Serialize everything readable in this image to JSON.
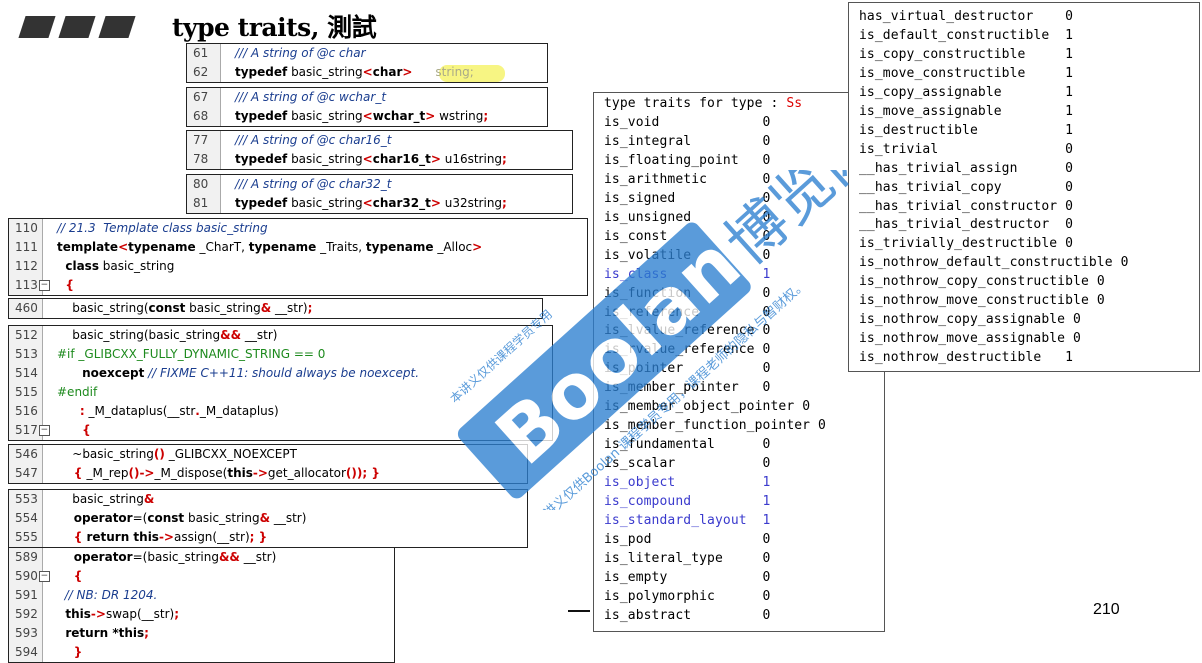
{
  "title": "type traits, 測試",
  "page_number": "210",
  "watermark": {
    "brand": "Boolan",
    "cn": "博览网",
    "note1": "本讲义仅供Boolan 课程学员专用，课程老师的隐私与智财权。",
    "note2": "本讲义仅供课程学员专用"
  },
  "colors": {
    "comment": "#1a3d8f",
    "highlight": "#f4f25a",
    "keyword_red": "#c00000",
    "watermark": "#2c7fd0",
    "trait_blue": "#3a3acd"
  },
  "code_boxes": [
    {
      "lines": [
        {
          "n": "61",
          "parts": [
            {
              "t": "/// A string of @c char",
              "c": "cmt"
            }
          ]
        },
        {
          "n": "62",
          "parts": [
            {
              "t": "typedef",
              "c": "kw"
            },
            {
              "t": " basic_string"
            },
            {
              "t": "<",
              "c": "red"
            },
            {
              "t": "char",
              "c": "kw"
            },
            {
              "t": ">",
              "c": "red"
            },
            {
              "t": "      string;",
              "c": "str"
            }
          ]
        }
      ]
    },
    {
      "lines": [
        {
          "n": "67",
          "parts": [
            {
              "t": "/// A string of @c wchar_t",
              "c": "cmt"
            }
          ]
        },
        {
          "n": "68",
          "parts": [
            {
              "t": "typedef",
              "c": "kw"
            },
            {
              "t": " basic_string"
            },
            {
              "t": "<",
              "c": "red"
            },
            {
              "t": "wchar_t",
              "c": "kw"
            },
            {
              "t": ">",
              "c": "red"
            },
            {
              "t": " wstring"
            },
            {
              "t": ";",
              "c": "red"
            }
          ]
        }
      ]
    },
    {
      "lines": [
        {
          "n": "77",
          "parts": [
            {
              "t": "/// A string of @c char16_t",
              "c": "cmt"
            }
          ]
        },
        {
          "n": "78",
          "parts": [
            {
              "t": "typedef",
              "c": "kw"
            },
            {
              "t": " basic_string"
            },
            {
              "t": "<",
              "c": "red"
            },
            {
              "t": "char16_t",
              "c": "kw"
            },
            {
              "t": ">",
              "c": "red"
            },
            {
              "t": " u16string"
            },
            {
              "t": ";",
              "c": "red"
            }
          ]
        }
      ]
    },
    {
      "lines": [
        {
          "n": "80",
          "parts": [
            {
              "t": "/// A string of @c char32_t",
              "c": "cmt"
            }
          ]
        },
        {
          "n": "81",
          "parts": [
            {
              "t": "typedef",
              "c": "kw"
            },
            {
              "t": " basic_string"
            },
            {
              "t": "<",
              "c": "red"
            },
            {
              "t": "char32_t",
              "c": "kw"
            },
            {
              "t": ">",
              "c": "red"
            },
            {
              "t": " u32string"
            },
            {
              "t": ";",
              "c": "red"
            }
          ]
        }
      ]
    },
    {
      "lines": [
        {
          "n": "110",
          "parts": [
            {
              "t": "// 21.3  Template class basic_string",
              "c": "cmt"
            }
          ]
        },
        {
          "n": "111",
          "parts": [
            {
              "t": "template",
              "c": "kw"
            },
            {
              "t": "<",
              "c": "red"
            },
            {
              "t": "typename",
              "c": "kw"
            },
            {
              "t": " _CharT, "
            },
            {
              "t": "typename",
              "c": "kw"
            },
            {
              "t": " _Traits, "
            },
            {
              "t": "typename",
              "c": "kw"
            },
            {
              "t": " _Alloc"
            },
            {
              "t": ">",
              "c": "red"
            }
          ]
        },
        {
          "n": "112",
          "parts": [
            {
              "t": "  class",
              "c": "kw"
            },
            {
              "t": " basic_string"
            }
          ]
        },
        {
          "n": "113",
          "fold": "−",
          "parts": [
            {
              "t": "  {",
              "c": "red"
            }
          ]
        }
      ]
    },
    {
      "lines": [
        {
          "n": "460",
          "parts": [
            {
              "t": "    basic_string("
            },
            {
              "t": "const",
              "c": "kw"
            },
            {
              "t": " basic_string"
            },
            {
              "t": "&",
              "c": "red"
            },
            {
              "t": " __str)"
            },
            {
              "t": ";",
              "c": "red"
            }
          ]
        }
      ]
    },
    {
      "lines": [
        {
          "n": "512",
          "parts": [
            {
              "t": "    basic_string(basic_string"
            },
            {
              "t": "&&",
              "c": "red"
            },
            {
              "t": " __str)"
            }
          ]
        },
        {
          "n": "513",
          "parts": [
            {
              "t": "#if _GLIBCXX_FULLY_DYNAMIC_STRING == 0",
              "c": "pp"
            }
          ]
        },
        {
          "n": "514",
          "parts": [
            {
              "t": "      noexcept",
              "c": "kw"
            },
            {
              "t": " // FIXME C++11: should always be noexcept.",
              "c": "cmt"
            }
          ]
        },
        {
          "n": "515",
          "parts": [
            {
              "t": "#endif",
              "c": "pp"
            }
          ]
        },
        {
          "n": "516",
          "parts": [
            {
              "t": "      "
            },
            {
              "t": ":",
              "c": "red"
            },
            {
              "t": " _M_dataplus(__str"
            },
            {
              "t": ".",
              "c": "red"
            },
            {
              "t": "_M_dataplus)"
            }
          ]
        },
        {
          "n": "517",
          "fold": "−",
          "parts": [
            {
              "t": "      {",
              "c": "red"
            }
          ]
        }
      ]
    },
    {
      "lines": [
        {
          "n": "546",
          "parts": [
            {
              "t": "    ~basic_string"
            },
            {
              "t": "()",
              "c": "red"
            },
            {
              "t": " _GLIBCXX_NOEXCEPT"
            }
          ]
        },
        {
          "n": "547",
          "parts": [
            {
              "t": "    { ",
              "c": "red"
            },
            {
              "t": "_M_rep"
            },
            {
              "t": "()->",
              "c": "red"
            },
            {
              "t": "_M_dispose("
            },
            {
              "t": "this",
              "c": "kw"
            },
            {
              "t": "->",
              "c": "red"
            },
            {
              "t": "get_allocator"
            },
            {
              "t": "());",
              "c": "red"
            },
            {
              "t": " }",
              "c": "red"
            }
          ]
        }
      ]
    },
    {
      "lines": [
        {
          "n": "553",
          "parts": [
            {
              "t": "    basic_string"
            },
            {
              "t": "&",
              "c": "red"
            }
          ]
        },
        {
          "n": "554",
          "parts": [
            {
              "t": "    operator",
              "c": "kw"
            },
            {
              "t": "=("
            },
            {
              "t": "const",
              "c": "kw"
            },
            {
              "t": " basic_string"
            },
            {
              "t": "&",
              "c": "red"
            },
            {
              "t": " __str)"
            }
          ]
        },
        {
          "n": "555",
          "parts": [
            {
              "t": "    { ",
              "c": "red"
            },
            {
              "t": "return",
              "c": "kw"
            },
            {
              "t": " this",
              "c": "kw"
            },
            {
              "t": "->",
              "c": "red"
            },
            {
              "t": "assign(__str)"
            },
            {
              "t": "; }",
              "c": "red"
            }
          ]
        }
      ]
    },
    {
      "lines": [
        {
          "n": "589",
          "parts": [
            {
              "t": "    operator",
              "c": "kw"
            },
            {
              "t": "=(basic_string"
            },
            {
              "t": "&&",
              "c": "red"
            },
            {
              "t": " __str)"
            }
          ]
        },
        {
          "n": "590",
          "fold": "−",
          "parts": [
            {
              "t": "    {",
              "c": "red"
            }
          ]
        },
        {
          "n": "591",
          "parts": [
            {
              "t": "  // NB: DR 1204.",
              "c": "cmt"
            }
          ]
        },
        {
          "n": "592",
          "parts": [
            {
              "t": "  this",
              "c": "kw"
            },
            {
              "t": "->",
              "c": "red"
            },
            {
              "t": "swap(__str)"
            },
            {
              "t": ";",
              "c": "red"
            }
          ]
        },
        {
          "n": "593",
          "parts": [
            {
              "t": "  return",
              "c": "kw"
            },
            {
              "t": " *this",
              "c": "kw"
            },
            {
              "t": ";",
              "c": "red"
            }
          ]
        },
        {
          "n": "594",
          "parts": [
            {
              "t": "    }",
              "c": "red"
            }
          ]
        }
      ]
    }
  ],
  "traits_left": {
    "header": "type traits for type : ",
    "header_type": "Ss",
    "rows": [
      {
        "name": "is_void",
        "val": "0"
      },
      {
        "name": "is_integral",
        "val": "0"
      },
      {
        "name": "is_floating_point",
        "val": "0"
      },
      {
        "name": "is_arithmetic",
        "val": "0"
      },
      {
        "name": "is_signed",
        "val": "0"
      },
      {
        "name": "is_unsigned",
        "val": "0"
      },
      {
        "name": "is_const",
        "val": "0"
      },
      {
        "name": "is_volatile",
        "val": "0"
      },
      {
        "name": "is_class",
        "val": "1",
        "blue": true
      },
      {
        "name": "is_function",
        "val": "0"
      },
      {
        "name": "is_reference",
        "val": "0"
      },
      {
        "name": "is_lvalue_reference",
        "val": "0"
      },
      {
        "name": "is_rvalue_reference",
        "val": "0"
      },
      {
        "name": "is_pointer",
        "val": "0"
      },
      {
        "name": "is_member_pointer",
        "val": "0"
      },
      {
        "name": "is_member_object_pointer",
        "val": "0"
      },
      {
        "name": "is_member_function_pointer",
        "val": "0"
      },
      {
        "name": "is_fundamental",
        "val": "0"
      },
      {
        "name": "is_scalar",
        "val": "0"
      },
      {
        "name": "is_object",
        "val": "1",
        "blue": true
      },
      {
        "name": "is_compound",
        "val": "1",
        "blue": true
      },
      {
        "name": "is_standard_layout",
        "val": "1",
        "blue": true
      },
      {
        "name": "is_pod",
        "val": "0"
      },
      {
        "name": "is_literal_type",
        "val": "0"
      },
      {
        "name": "is_empty",
        "val": "0"
      },
      {
        "name": "is_polymorphic",
        "val": "0"
      },
      {
        "name": "is_abstract",
        "val": "0"
      }
    ]
  },
  "traits_right": {
    "rows": [
      {
        "name": "has_virtual_destructor",
        "val": "0"
      },
      {
        "name": "is_default_constructible",
        "val": "1"
      },
      {
        "name": "is_copy_constructible",
        "val": "1"
      },
      {
        "name": "is_move_constructible",
        "val": "1"
      },
      {
        "name": "is_copy_assignable",
        "val": "1"
      },
      {
        "name": "is_move_assignable",
        "val": "1"
      },
      {
        "name": "is_destructible",
        "val": "1"
      },
      {
        "name": "is_trivial",
        "val": "0"
      },
      {
        "name": "__has_trivial_assign",
        "val": "0"
      },
      {
        "name": "__has_trivial_copy",
        "val": "0"
      },
      {
        "name": "__has_trivial_constructor",
        "val": "0"
      },
      {
        "name": "__has_trivial_destructor",
        "val": "0"
      },
      {
        "name": "is_trivially_destructible",
        "val": "0"
      },
      {
        "name": "is_nothrow_default_constructible",
        "val": "0"
      },
      {
        "name": "is_nothrow_copy_constructible",
        "val": "0"
      },
      {
        "name": "is_nothrow_move_constructible",
        "val": "0"
      },
      {
        "name": "is_nothrow_copy_assignable",
        "val": "0"
      },
      {
        "name": "is_nothrow_move_assignable",
        "val": "0"
      },
      {
        "name": "is_nothrow_destructible",
        "val": "1"
      }
    ]
  }
}
